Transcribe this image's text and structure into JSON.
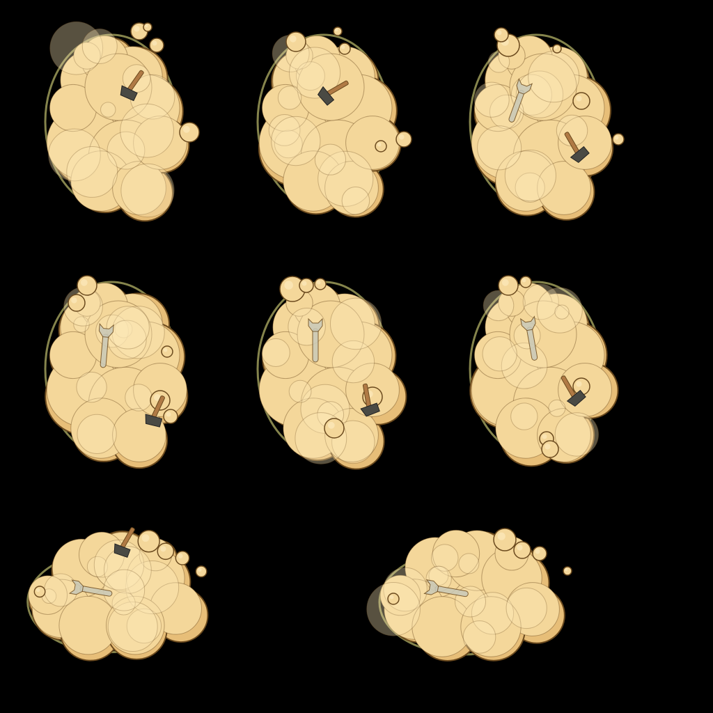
{
  "sprite_sheet": {
    "background": "#000000",
    "palette": {
      "cloud_fill": "#F4D79A",
      "cloud_light": "#FBE7B8",
      "cloud_shade": "#E7BE78",
      "cloud_outline": "#6B4A1E",
      "glow": "#F3F08A",
      "tool_metal": "#C9C9B8",
      "tool_dark": "#4A4A44",
      "tool_handle": "#B07A45"
    },
    "frames": [
      {
        "name": "dust-cloud-frame-1",
        "shape": "tall",
        "tools": [
          "hammer"
        ]
      },
      {
        "name": "dust-cloud-frame-2",
        "shape": "tall",
        "tools": [
          "hammer"
        ]
      },
      {
        "name": "dust-cloud-frame-3",
        "shape": "tall",
        "tools": [
          "wrench",
          "hammer"
        ]
      },
      {
        "name": "dust-cloud-frame-4",
        "shape": "tall",
        "tools": [
          "wrench",
          "hammer"
        ]
      },
      {
        "name": "dust-cloud-frame-5",
        "shape": "tall",
        "tools": [
          "wrench",
          "hammer"
        ]
      },
      {
        "name": "dust-cloud-frame-6",
        "shape": "tall",
        "tools": [
          "wrench",
          "hammer"
        ]
      },
      {
        "name": "dust-cloud-frame-7",
        "shape": "wide",
        "tools": [
          "wrench",
          "hammer"
        ]
      },
      {
        "name": "dust-cloud-frame-8",
        "shape": "wide",
        "tools": [
          "wrench"
        ]
      }
    ]
  }
}
